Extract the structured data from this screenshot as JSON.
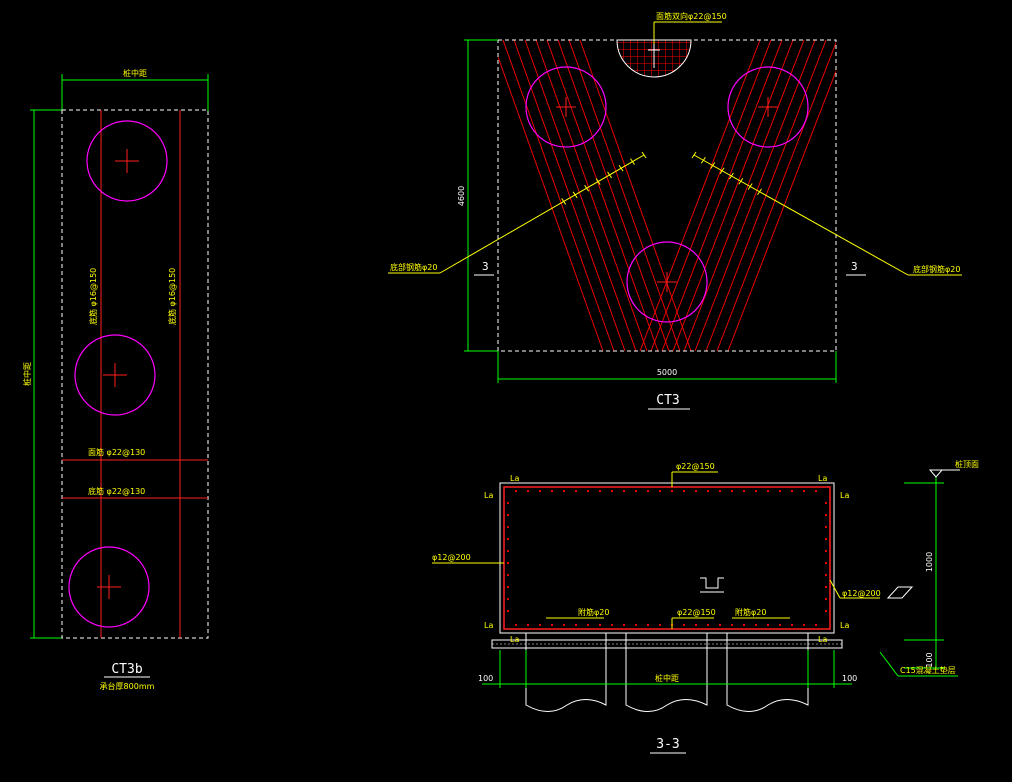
{
  "colors": {
    "background": "#000000",
    "outline": "#ffffff",
    "pile": "#ff00ff",
    "rebar": "#ff2020",
    "dimension": "#00ff00",
    "label": "#ffff00",
    "leader": "#ffff00",
    "detail": "#ffffff",
    "hatch": "#ff0000"
  },
  "ct3b": {
    "title": "CT3b",
    "subtitle": "承台厚800mm",
    "top_dim": "桩中距",
    "side_dim": "桩中距",
    "labels": {
      "bottom_left": "底筋 φ16@150",
      "bottom_right": "底筋 φ16@150",
      "top_bar": "面筋 φ22@130",
      "bottom_bar": "底筋 φ22@130"
    }
  },
  "ct3": {
    "title": "CT3",
    "width_dim": "5000",
    "height_dim": "4600",
    "top_callout": "面筋双向φ22@150",
    "left_callout": "底部钢筋φ20",
    "right_callout": "底部钢筋φ20",
    "section_left": "3",
    "section_right": "3"
  },
  "section33": {
    "title": "3-3",
    "top_rebar": "φ22@150",
    "left_side": "φ12@200",
    "right_side": "φ12@200",
    "bottom_mid": "φ22@150",
    "bottom_left": "附筋φ20",
    "bottom_right": "附筋φ20",
    "la": "La",
    "dim_left": "100",
    "dim_right": "100",
    "pile_gap": "桩中距",
    "height_dim": "1000",
    "cushion_dim": "100",
    "top_level": "桩顶面",
    "cushion_note": "C15混凝土垫层"
  }
}
